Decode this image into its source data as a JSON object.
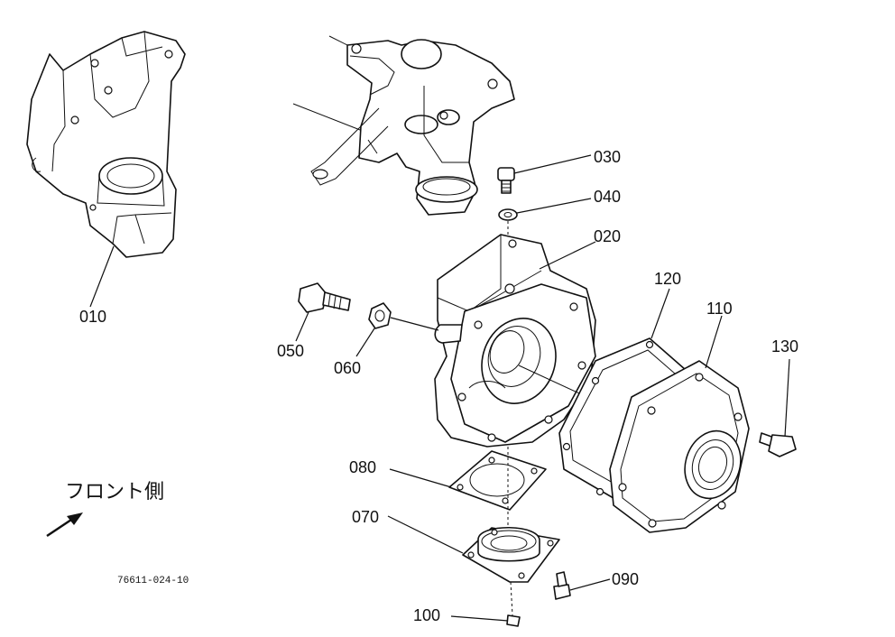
{
  "callouts": [
    {
      "id": "part-010",
      "text": "010"
    },
    {
      "id": "part-020",
      "text": "020"
    },
    {
      "id": "part-030",
      "text": "030"
    },
    {
      "id": "part-040",
      "text": "040"
    },
    {
      "id": "part-050",
      "text": "050"
    },
    {
      "id": "part-060",
      "text": "060"
    },
    {
      "id": "part-070",
      "text": "070"
    },
    {
      "id": "part-080",
      "text": "080"
    },
    {
      "id": "part-090",
      "text": "090"
    },
    {
      "id": "part-100",
      "text": "100"
    },
    {
      "id": "part-110",
      "text": "110"
    },
    {
      "id": "part-120",
      "text": "120"
    },
    {
      "id": "part-130",
      "text": "130"
    }
  ],
  "front_side_label": "フロント側",
  "drawing_code": "76611-024-10",
  "ink_color": "#111111"
}
